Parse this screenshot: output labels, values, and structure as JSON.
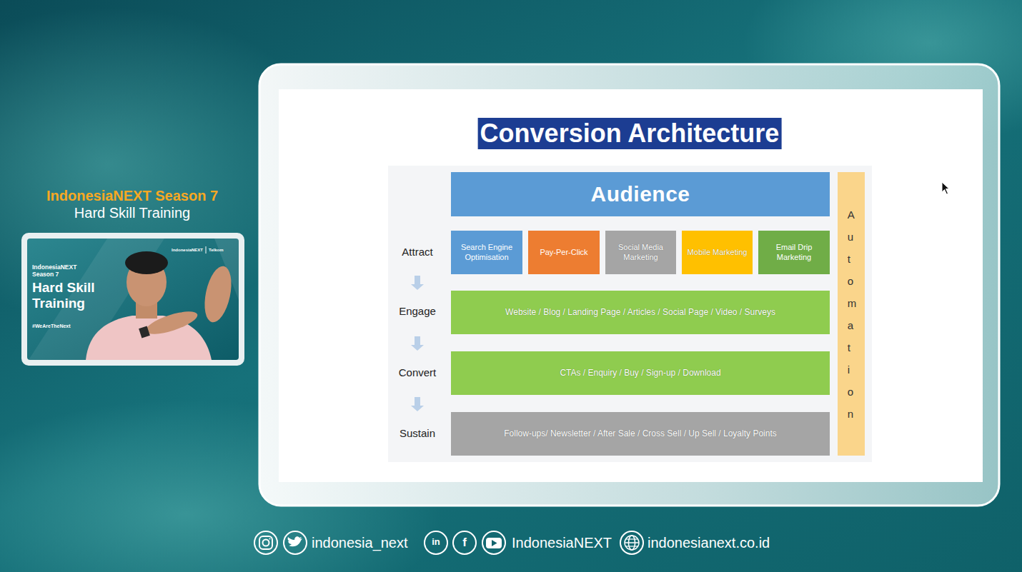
{
  "diagram": {
    "title": "Conversion Architecture",
    "nodes": [
      {
        "text": [
          "Audience"
        ]
      },
      {
        "text": [
          "Search Engine Optimisation"
        ]
      },
      {
        "text": [
          "Pay-Per-Click"
        ]
      },
      {
        "text": [
          "Social Media Marketing"
        ]
      },
      {
        "text": [
          "Mobile Marketing"
        ]
      },
      {
        "text": [
          "Email Drip Marketing"
        ]
      },
      {
        "text": [
          "Website / Blog / Landing Page / Articles / Social Page / Video / Surveys"
        ]
      },
      {
        "text": [
          "CTAs / Enquiry / Buy / Sign-up / Download"
        ]
      },
      {
        "text": [
          "Follow-ups/ Newsletter / After Sale / Cross Sell / Up Sell / Loyalty Points"
        ]
      },
      {
        "text": [
          "Automation"
        ]
      }
    ],
    "labels": [
      "IndonesiaNEXT Season 7",
      "Hard Skill Training",
      "IndonesiaNEXT",
      "Telkom",
      "IndonesiaNEXT Season 7",
      "Hard Skill Training",
      "#WeAreTheNext",
      "Attract",
      "Engage",
      "Convert",
      "Sustain",
      "indonesia_next",
      "in",
      "f",
      "IndonesiaNEXT",
      "indonesianext.co.id"
    ]
  }
}
